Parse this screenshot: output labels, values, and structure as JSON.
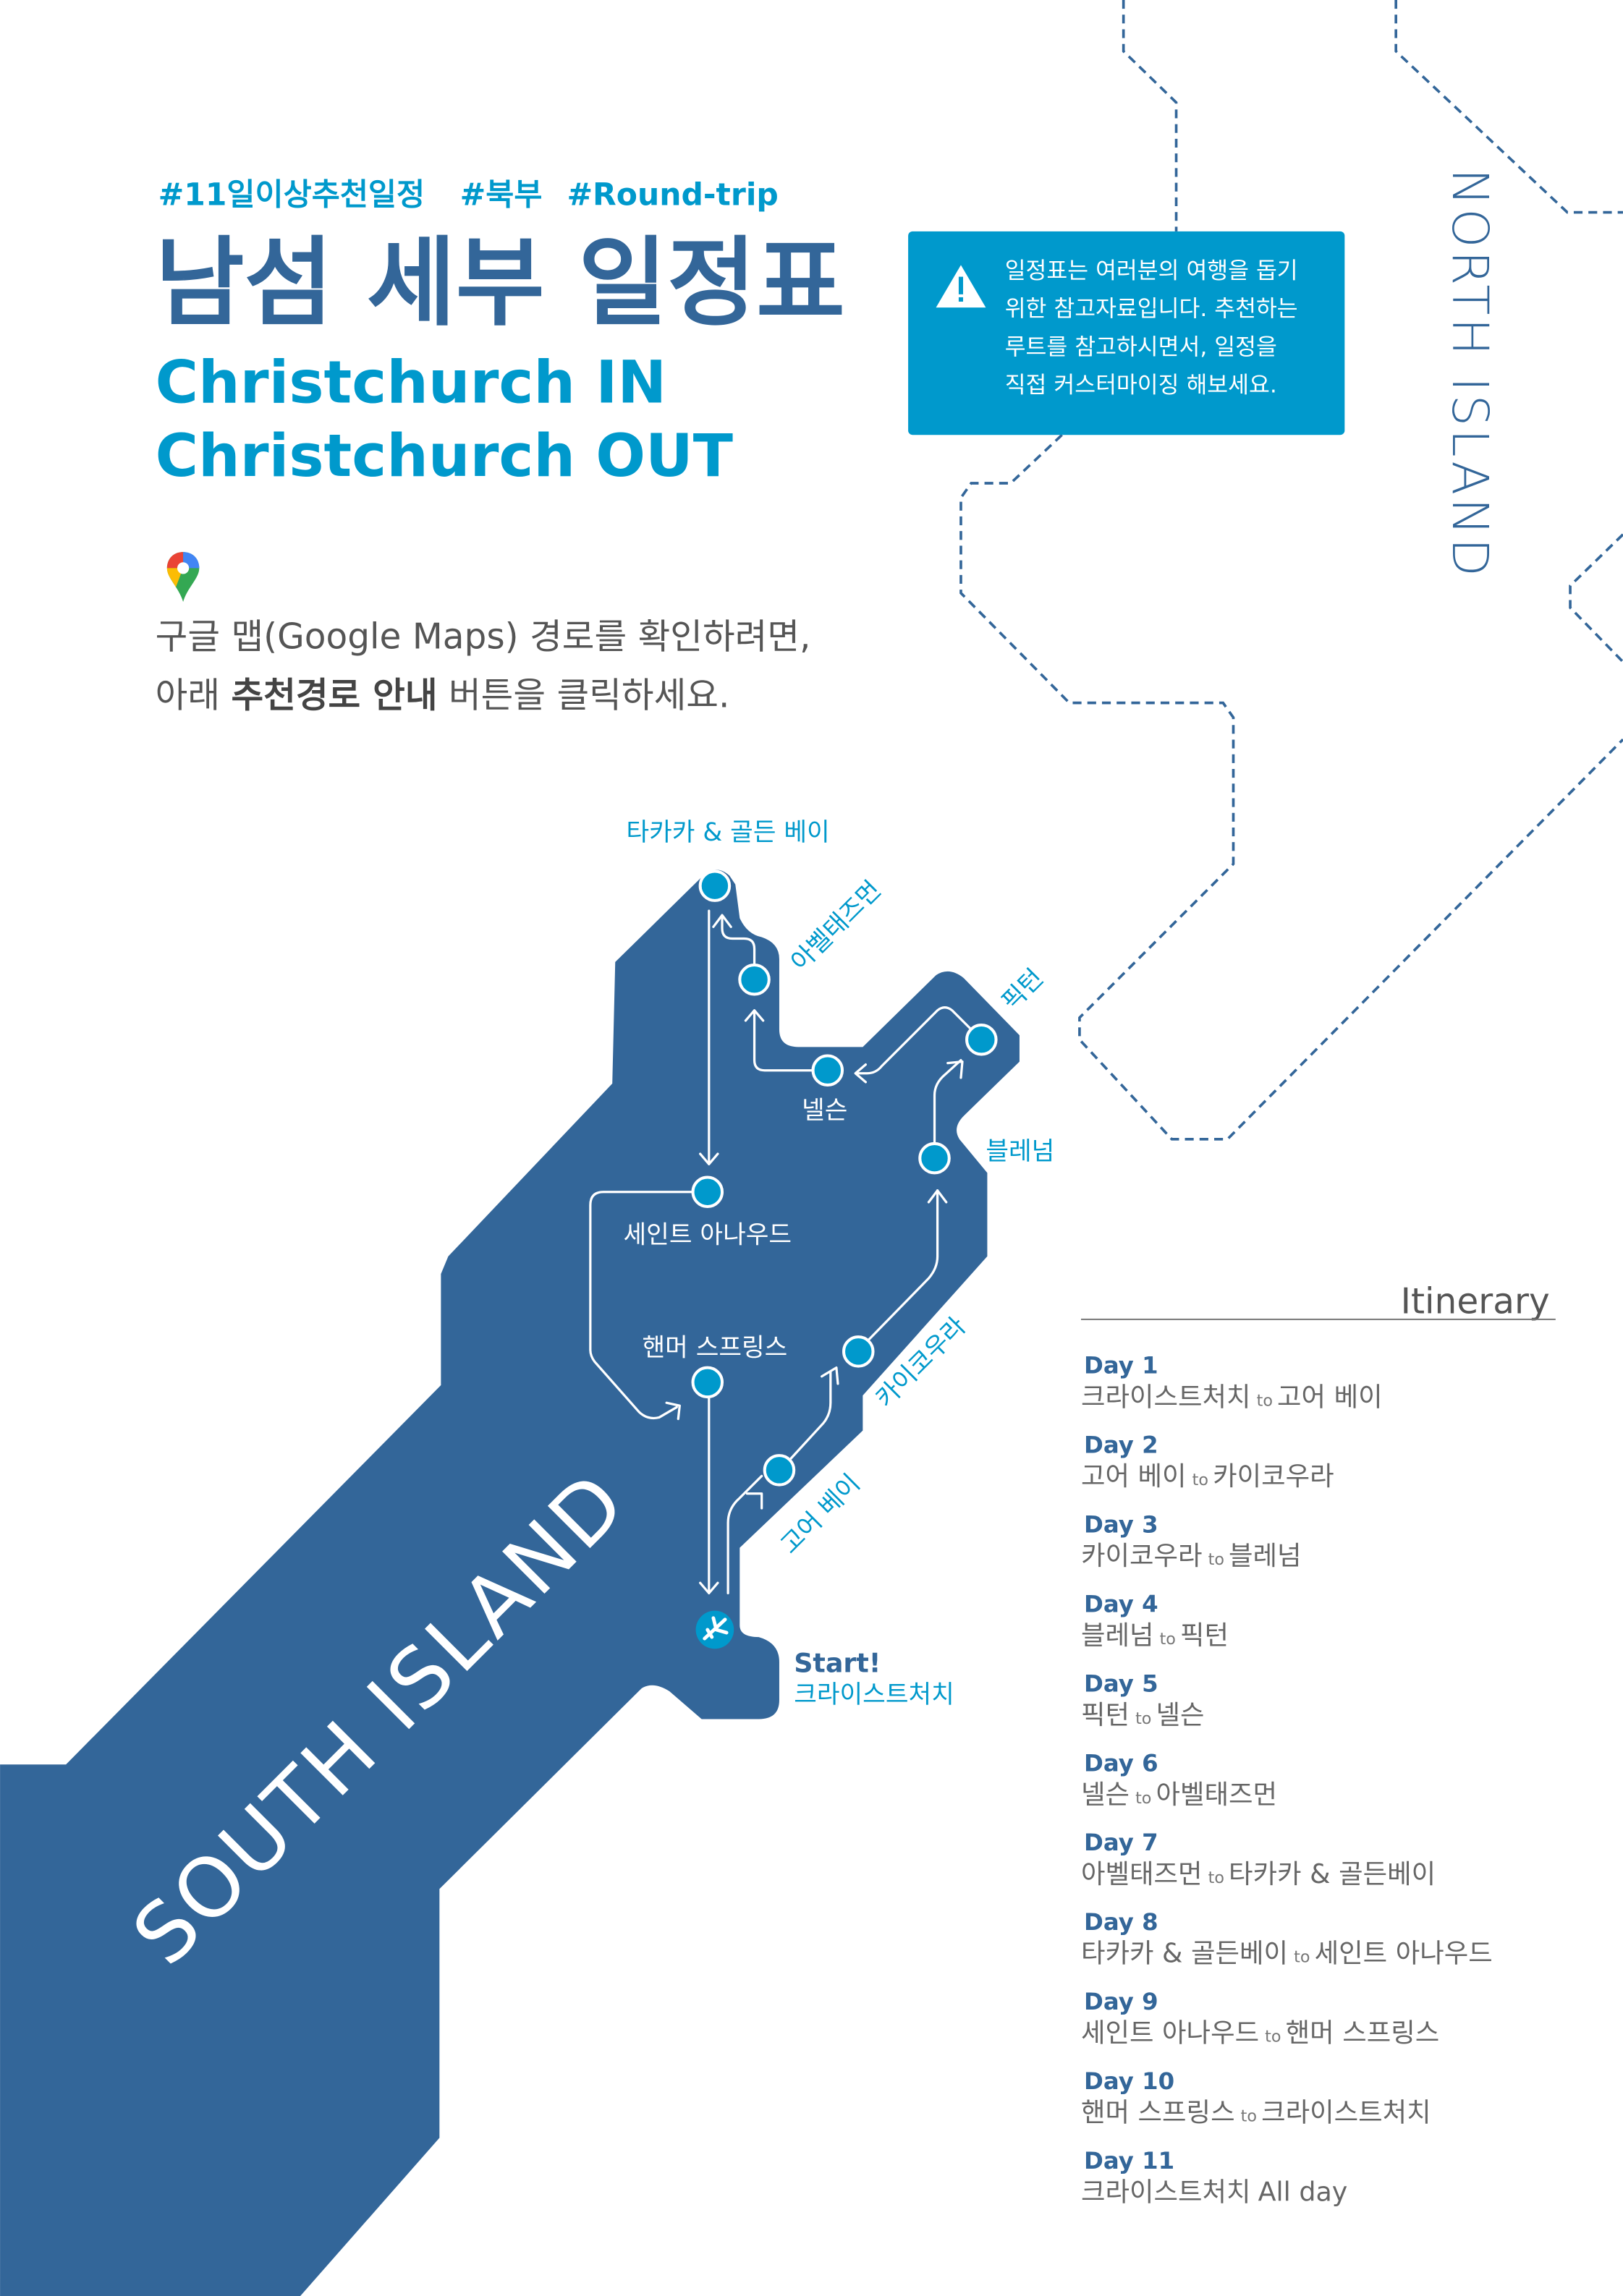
{
  "header": {
    "hashtags": [
      "#11일이상추천일정",
      "#북부",
      "#Round-trip"
    ],
    "title": "남섬 세부 일정표",
    "subtitle_in": "Christchurch IN",
    "subtitle_out": "Christchurch OUT"
  },
  "notice": {
    "icon": "warning-icon",
    "lines": [
      "일정표는 여러분의 여행을 돕기",
      "위한 참고자료입니다. 추천하는",
      "루트를 참고하시면서, 일정을",
      "직접 커스터마이징 해보세요."
    ]
  },
  "maps_guide": {
    "icon": "google-maps-pin-icon",
    "line1": "구글 맵(Google Maps) 경로를 확인하려면,",
    "line2_pre": "아래 ",
    "line2_bold": "추천경로 안내",
    "line2_post": " 버튼을 클릭하세요."
  },
  "map": {
    "north_label": "NORTH ISLAND",
    "south_label": "SOUTH ISLAND",
    "start_label": "Start!",
    "stops": {
      "takaka": "타카카 & 골든 베이",
      "abel": "아벨태즈먼",
      "picton": "픽턴",
      "nelson": "넬슨",
      "blenheim": "블레넘",
      "st_arnaud": "세인트 아나우드",
      "hanmer": "핸머 스프링스",
      "kaikoura": "카이코우라",
      "goa_bay": "고어 베이",
      "christchurch": "크라이스트처치"
    },
    "colors": {
      "land": "#336699",
      "accent": "#0099cc"
    }
  },
  "itinerary": {
    "heading": "Itinerary",
    "to_word": "to",
    "days": [
      {
        "day": "Day 1",
        "from": "크라이스트처치",
        "to": "고어 베이"
      },
      {
        "day": "Day 2",
        "from": "고어 베이",
        "to": "카이코우라"
      },
      {
        "day": "Day 3",
        "from": "카이코우라",
        "to": "블레넘"
      },
      {
        "day": "Day 4",
        "from": "블레넘",
        "to": "픽턴"
      },
      {
        "day": "Day 5",
        "from": "픽턴",
        "to": "넬슨"
      },
      {
        "day": "Day 6",
        "from": "넬슨",
        "to": "아벨태즈먼"
      },
      {
        "day": "Day 7",
        "from": "아벨태즈먼",
        "to": "타카카 & 골든베이"
      },
      {
        "day": "Day 8",
        "from": "타카카 & 골든베이",
        "to": "세인트 아나우드"
      },
      {
        "day": "Day 9",
        "from": "세인트 아나우드",
        "to": "핸머 스프링스"
      },
      {
        "day": "Day 10",
        "from": "핸머 스프링스",
        "to": "크라이스트처치"
      },
      {
        "day": "Day 11",
        "from": "크라이스트처치",
        "suffix": "All day"
      }
    ]
  }
}
